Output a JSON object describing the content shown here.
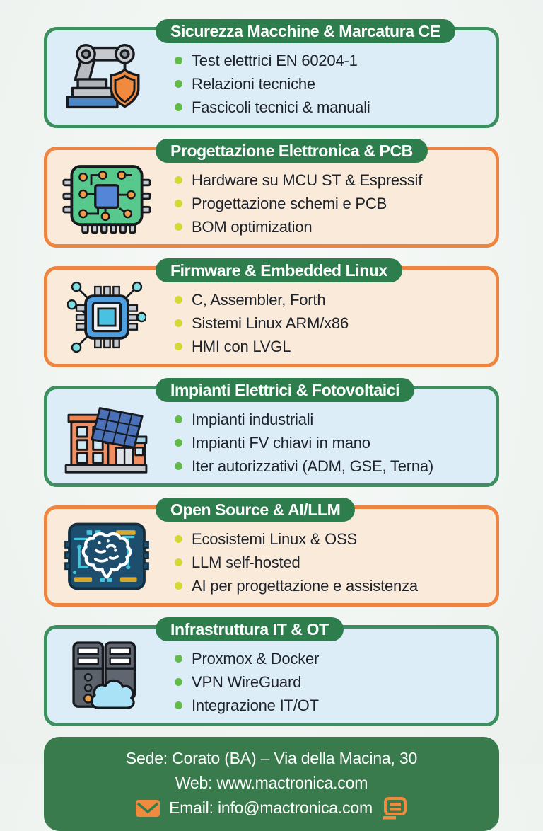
{
  "colors": {
    "banner_green": "#2e7e4d",
    "card_green_border": "#3e8f5f",
    "card_blue_bg": "#ddedf7",
    "card_orange_border": "#ee8440",
    "card_peach_bg": "#faead9",
    "bullet_green": "#62bb46",
    "bullet_yellow": "#d5d933",
    "footer_bg": "#3a7b4d",
    "body_text": "#1d222b",
    "icon_orange": "#f08a3e"
  },
  "cards": [
    {
      "title": "Sicurezza Macchine & Marcatura CE",
      "theme": "green",
      "icon": "robot-arm-shield-icon",
      "bullets": [
        "Test elettrici EN 60204-1",
        "Relazioni tecniche",
        "Fascicoli tecnici & manuali"
      ]
    },
    {
      "title": "Progettazione Elettronica & PCB",
      "theme": "orange",
      "icon": "pcb-icon",
      "bullets": [
        "Hardware su MCU ST & Espressif",
        "Progettazione schemi e PCB",
        "BOM optimization"
      ]
    },
    {
      "title": "Firmware & Embedded Linux",
      "theme": "orange",
      "icon": "microchip-icon",
      "bullets": [
        "C, Assembler, Forth",
        "Sistemi Linux ARM/x86",
        "HMI con LVGL"
      ]
    },
    {
      "title": "Impianti Elettrici & Fotovoltaici",
      "theme": "green",
      "icon": "building-solar-icon",
      "bullets": [
        "Impianti industriali",
        "Impianti FV chiavi in mano",
        "Iter autorizzativi (ADM, GSE, Terna)"
      ]
    },
    {
      "title": "Open Source & AI/LLM",
      "theme": "orange",
      "icon": "ai-brain-circuit-icon",
      "bullets": [
        "Ecosistemi Linux & OSS",
        "LLM self-hosted",
        "AI per progettazione e assistenza"
      ]
    },
    {
      "title": "Infrastruttura IT & OT",
      "theme": "green",
      "icon": "server-cloud-icon",
      "bullets": [
        "Proxmox & Docker",
        "VPN WireGuard",
        "Integrazione IT/OT"
      ]
    }
  ],
  "footer": {
    "address": "Sede: Corato (BA) – Via della Macina, 30",
    "web": "Web: www.mactronica.com",
    "email": "Email: info@mactronica.com",
    "icons": [
      "envelope-icon",
      "chat-lines-icon"
    ]
  }
}
